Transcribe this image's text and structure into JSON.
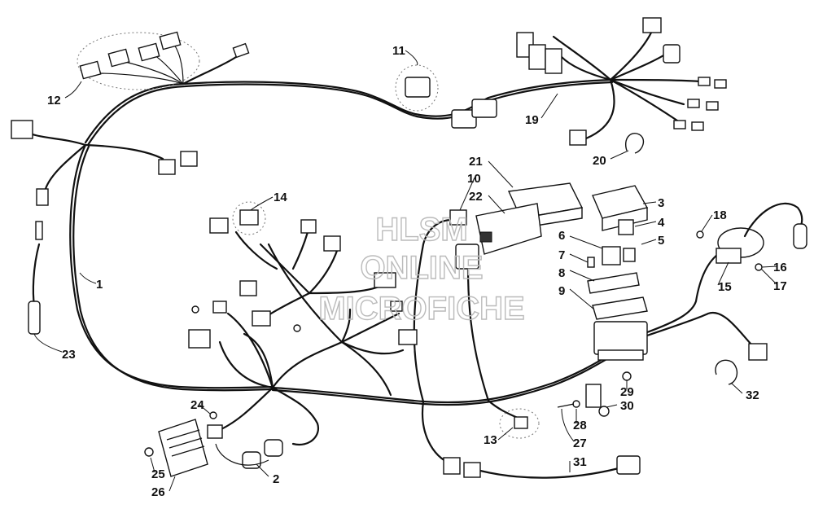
{
  "watermark": {
    "line1": "HLSM",
    "line2": "ONLINE",
    "line3": "MICROFICHE"
  },
  "callouts": [
    {
      "id": "c1",
      "label": "1"
    },
    {
      "id": "c2",
      "label": "2"
    },
    {
      "id": "c3",
      "label": "3"
    },
    {
      "id": "c4",
      "label": "4"
    },
    {
      "id": "c5",
      "label": "5"
    },
    {
      "id": "c6",
      "label": "6"
    },
    {
      "id": "c7",
      "label": "7"
    },
    {
      "id": "c8",
      "label": "8"
    },
    {
      "id": "c9",
      "label": "9"
    },
    {
      "id": "c10",
      "label": "10"
    },
    {
      "id": "c11",
      "label": "11"
    },
    {
      "id": "c12",
      "label": "12"
    },
    {
      "id": "c13",
      "label": "13"
    },
    {
      "id": "c14",
      "label": "14"
    },
    {
      "id": "c15",
      "label": "15"
    },
    {
      "id": "c16",
      "label": "16"
    },
    {
      "id": "c17",
      "label": "17"
    },
    {
      "id": "c18",
      "label": "18"
    },
    {
      "id": "c19",
      "label": "19"
    },
    {
      "id": "c20",
      "label": "20"
    },
    {
      "id": "c21",
      "label": "21"
    },
    {
      "id": "c22",
      "label": "22"
    },
    {
      "id": "c23",
      "label": "23"
    },
    {
      "id": "c24",
      "label": "24"
    },
    {
      "id": "c25",
      "label": "25"
    },
    {
      "id": "c26",
      "label": "26"
    },
    {
      "id": "c27",
      "label": "27"
    },
    {
      "id": "c28",
      "label": "28"
    },
    {
      "id": "c29",
      "label": "29"
    },
    {
      "id": "c30",
      "label": "30"
    },
    {
      "id": "c31",
      "label": "31"
    },
    {
      "id": "c32",
      "label": "32"
    }
  ]
}
